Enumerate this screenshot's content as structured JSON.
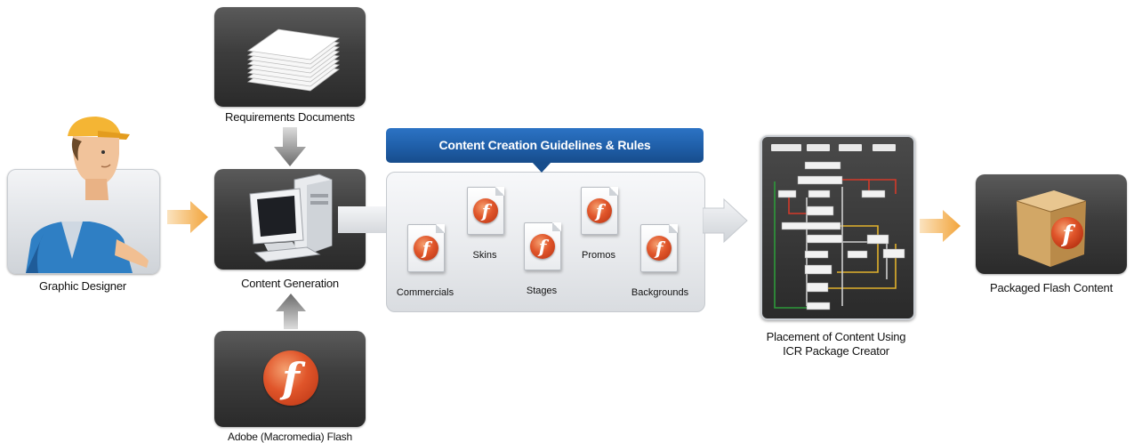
{
  "nodes": {
    "designer": "Graphic Designer",
    "requirements": "Requirements Documents",
    "content_generation": "Content Generation",
    "flash": "Adobe (Macromedia) Flash",
    "placement_line1": "Placement of Content Using",
    "placement_line2": "ICR Package Creator",
    "packaged": "Packaged Flash Content"
  },
  "guidelines": {
    "title": "Content Creation Guidelines & Rules",
    "items": [
      "Commercials",
      "Skins",
      "Stages",
      "Promos",
      "Backgrounds"
    ]
  },
  "flash_glyph": "f",
  "colors": {
    "accent_blue": "#1f5ea8",
    "flow_arrow_orange": "#f2a43a",
    "flash_red": "#d94a22"
  }
}
